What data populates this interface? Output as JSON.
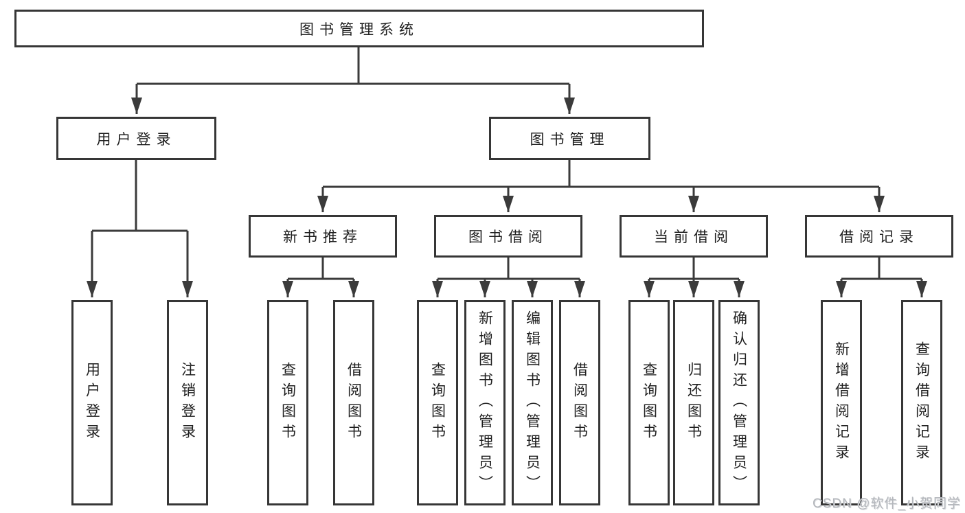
{
  "diagram": {
    "root": {
      "label": "图书管理系统"
    },
    "branches": [
      {
        "label": "用户登录",
        "children": [
          {
            "label": "用户登录"
          },
          {
            "label": "注销登录"
          }
        ]
      },
      {
        "label": "图书管理",
        "children": [
          {
            "label": "新书推荐",
            "children": [
              {
                "label": "查询图书"
              },
              {
                "label": "借阅图书"
              }
            ]
          },
          {
            "label": "图书借阅",
            "children": [
              {
                "label": "查询图书"
              },
              {
                "label": "新增图书（管理员）"
              },
              {
                "label": "编辑图书（管理员）"
              },
              {
                "label": "借阅图书"
              }
            ]
          },
          {
            "label": "当前借阅",
            "children": [
              {
                "label": "查询图书"
              },
              {
                "label": "归还图书"
              },
              {
                "label": "确认归还（管理员）"
              }
            ]
          },
          {
            "label": "借阅记录",
            "children": [
              {
                "label": "新增借阅记录"
              },
              {
                "label": "查询借阅记录"
              }
            ]
          }
        ]
      }
    ]
  },
  "watermark": {
    "text": "CSDN @软件_小贺同学"
  },
  "colors": {
    "line": "#3b3b3b",
    "border": "#363636",
    "text": "#1f1f1f",
    "watermark": "#b4b7bc",
    "background": "#ffffff"
  }
}
